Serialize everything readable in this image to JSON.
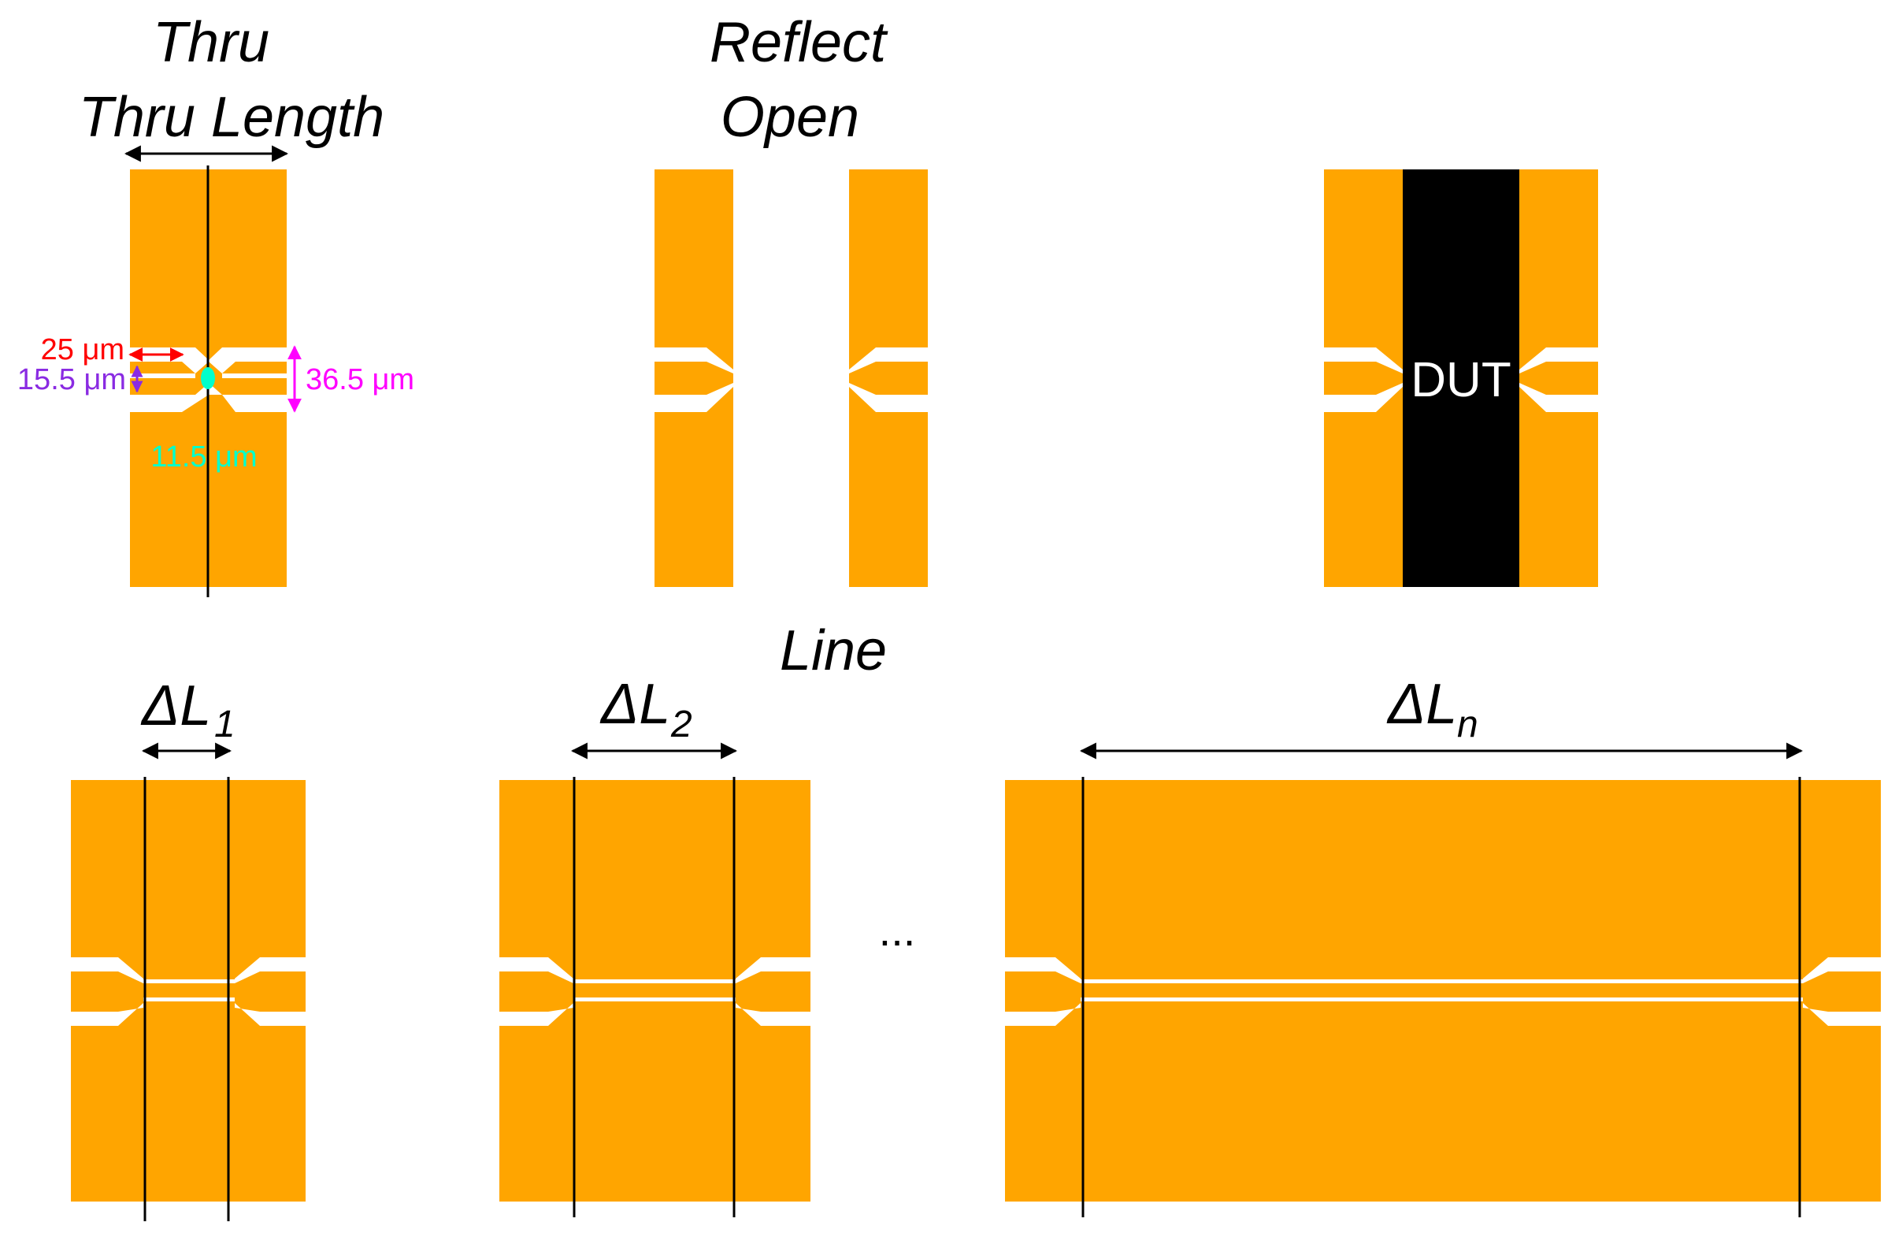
{
  "colors": {
    "metal": "#FFA500",
    "gap": "#FFFFFF",
    "dut_block": "#000000",
    "line": "#000000",
    "ann_red": "#FF0000",
    "ann_purple": "#8A2BE2",
    "ann_magenta": "#FF00FF",
    "ann_cyan": "#00FFCC"
  },
  "labels": {
    "thru": "Thru",
    "thru_length": "Thru Length",
    "reflect": "Reflect",
    "open": "Open",
    "line": "Line",
    "dut": "DUT",
    "ellipsis": "...",
    "delta": "ΔL",
    "sub_1": "1",
    "sub_2": "2",
    "sub_n": "n"
  },
  "annotations": {
    "gap_length": "25 μm",
    "strip_width": "15.5 μm",
    "total_width": "36.5 μm",
    "center_width": "11.5 μm"
  }
}
